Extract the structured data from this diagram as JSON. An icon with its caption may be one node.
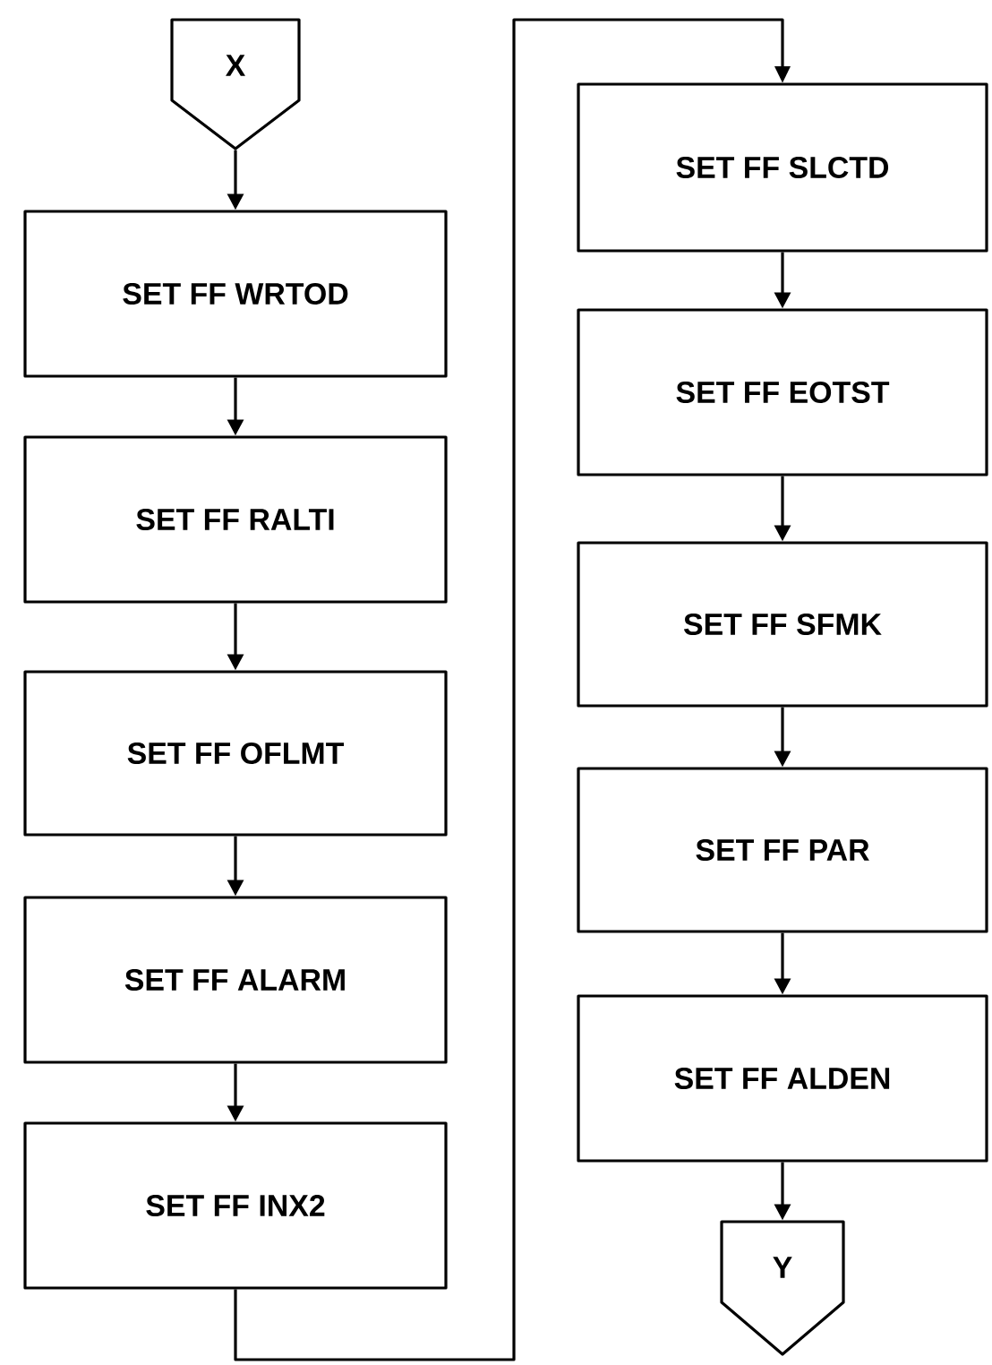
{
  "diagram": {
    "nodes": [
      {
        "text": [
          "X"
        ]
      },
      {
        "text": [
          "SET FF WRTOD"
        ]
      },
      {
        "text": [
          "SET FF RALTI"
        ]
      },
      {
        "text": [
          "SET FF OFLMT"
        ]
      },
      {
        "text": [
          "SET FF ALARM"
        ]
      },
      {
        "text": [
          "SET FF INX2"
        ]
      },
      {
        "text": [
          "SET FF SLCTD"
        ]
      },
      {
        "text": [
          "SET FF EOTST"
        ]
      },
      {
        "text": [
          "SET FF SFMK"
        ]
      },
      {
        "text": [
          "SET FF PAR"
        ]
      },
      {
        "text": [
          "SET FF ALDEN"
        ]
      },
      {
        "text": [
          "Y"
        ]
      }
    ],
    "edges": [
      {
        "from": 0,
        "to": 1,
        "arrow": "to"
      },
      {
        "from": 1,
        "to": 2,
        "arrow": "to"
      },
      {
        "from": 2,
        "to": 3,
        "arrow": "to"
      },
      {
        "from": 3,
        "to": 4,
        "arrow": "to"
      },
      {
        "from": 4,
        "to": 5,
        "arrow": "to"
      },
      {
        "from": 5,
        "to": 6,
        "arrow": "to"
      },
      {
        "from": 6,
        "to": 7,
        "arrow": "to"
      },
      {
        "from": 7,
        "to": 8,
        "arrow": "to"
      },
      {
        "from": 8,
        "to": 9,
        "arrow": "to"
      },
      {
        "from": 9,
        "to": 10,
        "arrow": "to"
      },
      {
        "from": 10,
        "to": 11,
        "arrow": "to"
      }
    ]
  }
}
